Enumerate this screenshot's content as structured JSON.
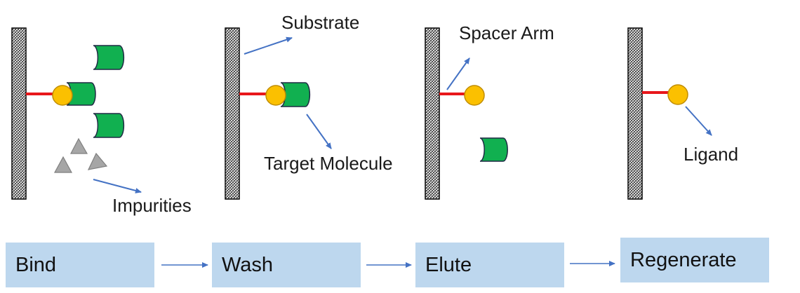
{
  "labels": {
    "impurities": "Impurities",
    "substrate": "Substrate",
    "target_molecule": "Target Molecule",
    "spacer_arm": "Spacer Arm",
    "ligand": "Ligand"
  },
  "steps": [
    "Bind",
    "Wash",
    "Elute",
    "Regenerate"
  ],
  "colors": {
    "spacer": "#e8171b",
    "ligand_fill": "#fbc000",
    "ligand_stroke": "#c08d00",
    "target_fill": "#11b050",
    "impurity_fill": "#a6a6a6",
    "arrow": "#4472c4",
    "step_box": "#bdd7ee"
  }
}
